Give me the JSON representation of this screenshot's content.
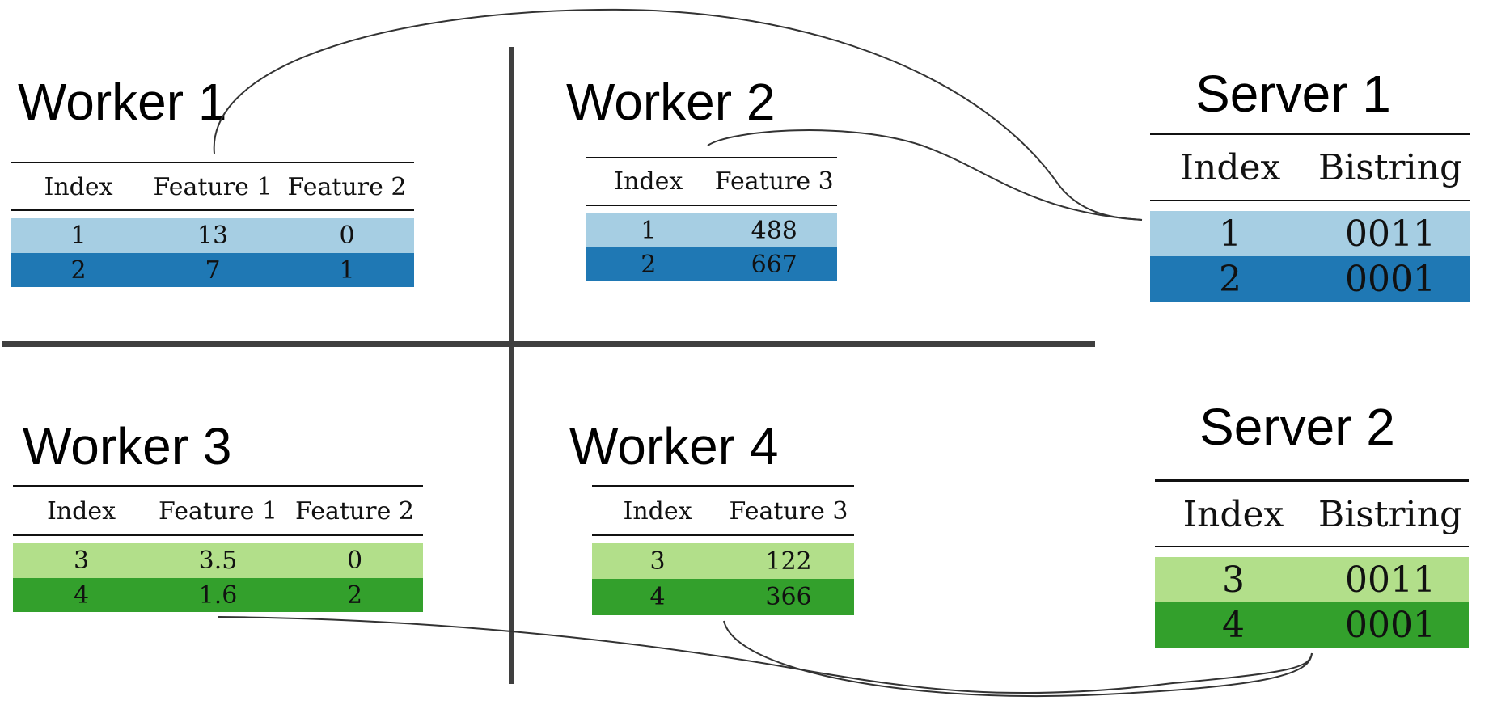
{
  "colors": {
    "light_blue": "#a6cee3",
    "dark_blue": "#1f78b4",
    "light_green": "#b2df8a",
    "dark_green": "#33a02c",
    "divider": "#3f3f3f"
  },
  "workers": [
    {
      "title": "Worker 1",
      "headers": [
        "Index",
        "Feature 1",
        "Feature 2"
      ],
      "rows": [
        [
          "1",
          "13",
          "0"
        ],
        [
          "2",
          "7",
          "1"
        ]
      ],
      "palette": "blue"
    },
    {
      "title": "Worker 2",
      "headers": [
        "Index",
        "Feature 3"
      ],
      "rows": [
        [
          "1",
          "488"
        ],
        [
          "2",
          "667"
        ]
      ],
      "palette": "blue"
    },
    {
      "title": "Worker 3",
      "headers": [
        "Index",
        "Feature 1",
        "Feature 2"
      ],
      "rows": [
        [
          "3",
          "3.5",
          "0"
        ],
        [
          "4",
          "1.6",
          "2"
        ]
      ],
      "palette": "green"
    },
    {
      "title": "Worker 4",
      "headers": [
        "Index",
        "Feature 3"
      ],
      "rows": [
        [
          "3",
          "122"
        ],
        [
          "4",
          "366"
        ]
      ],
      "palette": "green"
    }
  ],
  "servers": [
    {
      "title": "Server 1",
      "headers": [
        "Index",
        "Bistring"
      ],
      "rows": [
        [
          "1",
          "0011"
        ],
        [
          "2",
          "0001"
        ]
      ],
      "palette": "blue"
    },
    {
      "title": "Server 2",
      "headers": [
        "Index",
        "Bistring"
      ],
      "rows": [
        [
          "3",
          "0011"
        ],
        [
          "4",
          "0001"
        ]
      ],
      "palette": "green"
    }
  ]
}
